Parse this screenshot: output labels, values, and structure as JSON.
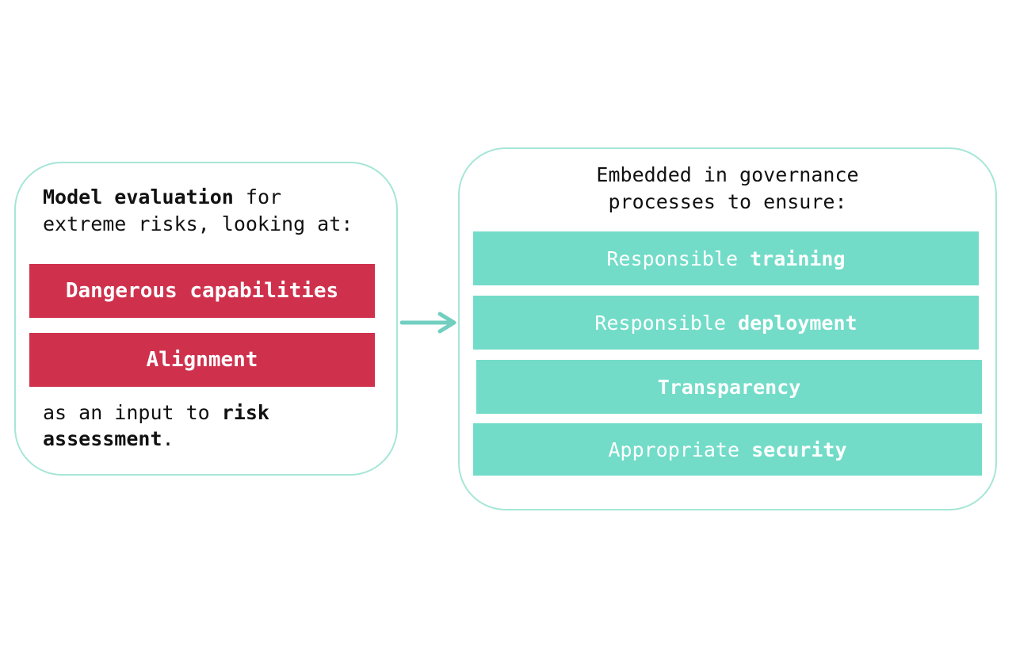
{
  "left_box": {
    "intro_bold": "Model evaluation",
    "intro_rest_line1": "for",
    "intro_line2": "extreme risks, looking at:",
    "bars": [
      "Dangerous capabilities",
      "Alignment"
    ],
    "outro_prefix": "as an input to",
    "outro_bold_line1": "risk",
    "outro_bold_line2": "assessment",
    "outro_suffix": "."
  },
  "right_box": {
    "title_line1": "Embedded in governance",
    "title_line2": "processes to ensure:",
    "items": [
      {
        "normal": "Responsible",
        "bold": "training"
      },
      {
        "normal": "Responsible",
        "bold": "deployment"
      },
      {
        "normal": "",
        "bold": "Transparency"
      },
      {
        "normal": "Appropriate",
        "bold": "security"
      }
    ]
  },
  "colors": {
    "accent_red": "#cf314d",
    "accent_teal": "#72dcc8",
    "panel_border": "#a6e6d7",
    "arrow": "#72cfc0"
  },
  "icons": {
    "arrow": "arrow-right-icon"
  }
}
